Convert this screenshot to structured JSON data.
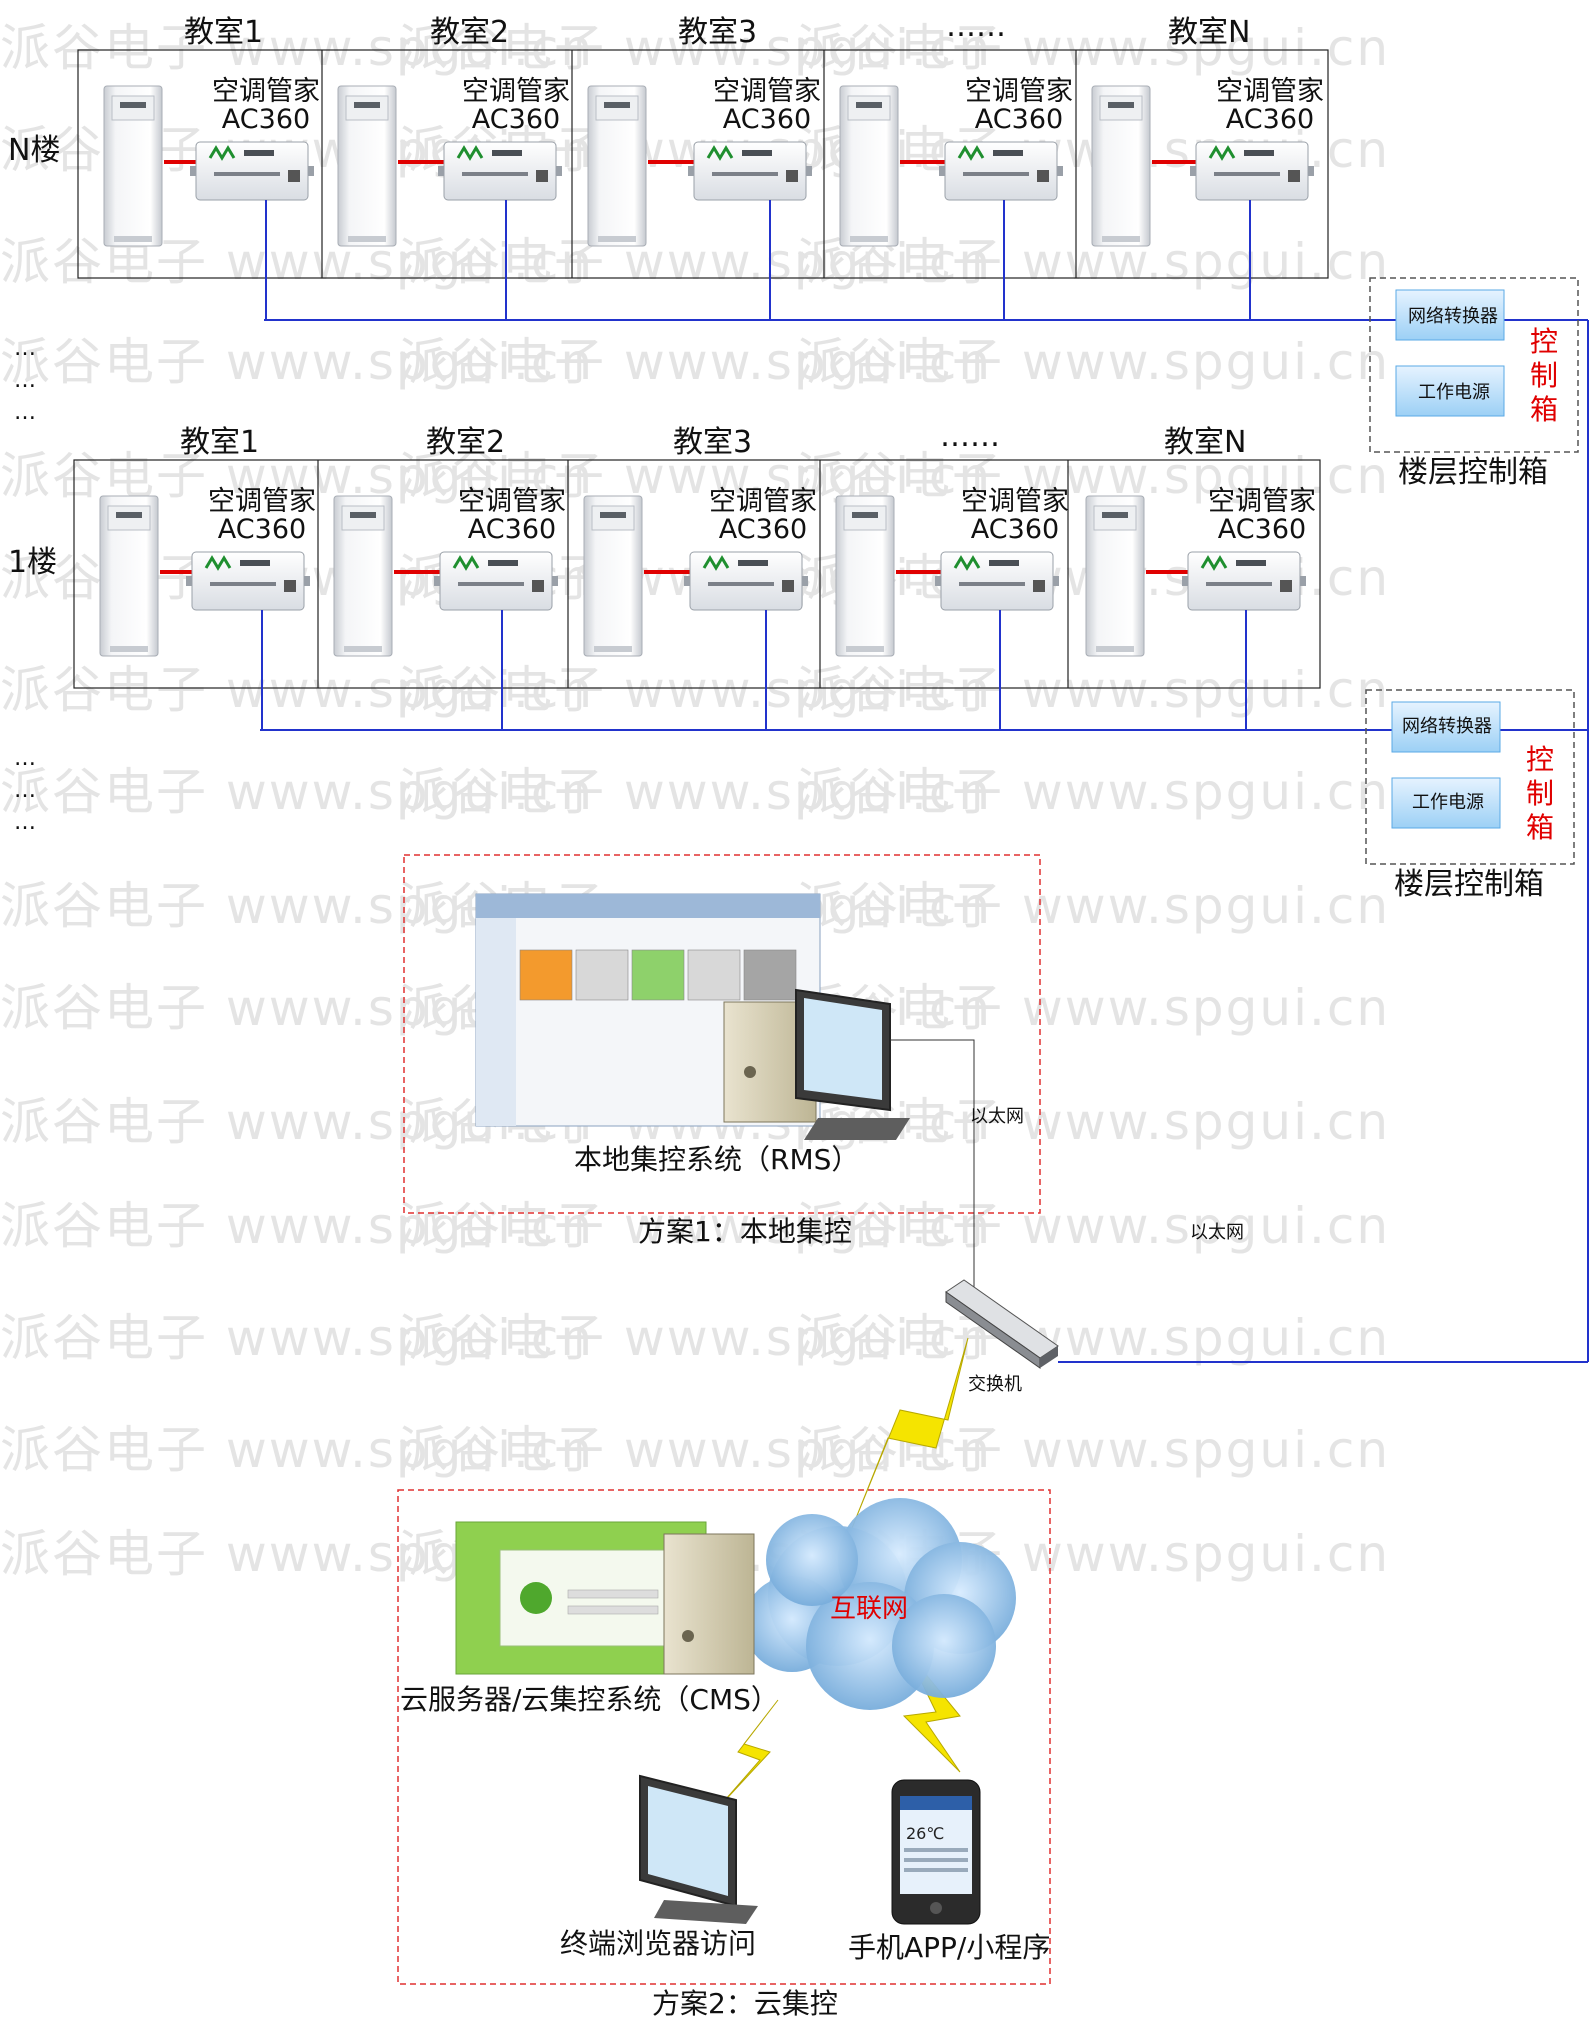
{
  "watermark": "派谷电子 www.spgui.cn",
  "floors": [
    {
      "label": "N楼",
      "rooms": [
        "教室1",
        "教室2",
        "教室3",
        "……",
        "教室N"
      ],
      "device_line1": "空调管家",
      "device_line2": "AC360"
    },
    {
      "label": "1楼",
      "rooms": [
        "教室1",
        "教室2",
        "教室3",
        "……",
        "教室N"
      ],
      "device_line1": "空调管家",
      "device_line2": "AC360"
    }
  ],
  "ellipsis": "…",
  "control_box": {
    "converter": "网络转换器",
    "power": "工作电源",
    "side_chars": [
      "控",
      "制",
      "箱"
    ],
    "title": "楼层控制箱"
  },
  "local": {
    "system_label": "本地集控系统（RMS）",
    "scheme_label": "方案1：本地集控",
    "ethernet_label": "以太网"
  },
  "ethernet_right_label": "以太网",
  "switch_label": "交换机",
  "cloud": {
    "internet_label": "互联网",
    "server_label": "云服务器/云集控系统（CMS）",
    "browser_label": "终端浏览器访问",
    "app_label": "手机APP/小程序",
    "scheme_label": "方案2：云集控",
    "phone_temp": "26℃"
  },
  "colors": {
    "bus_blue": "#2233cc",
    "link_red": "#e00000",
    "dash_red": "#e03030",
    "dash_gray": "#555555",
    "bolt_yellow": "#f5e400"
  }
}
